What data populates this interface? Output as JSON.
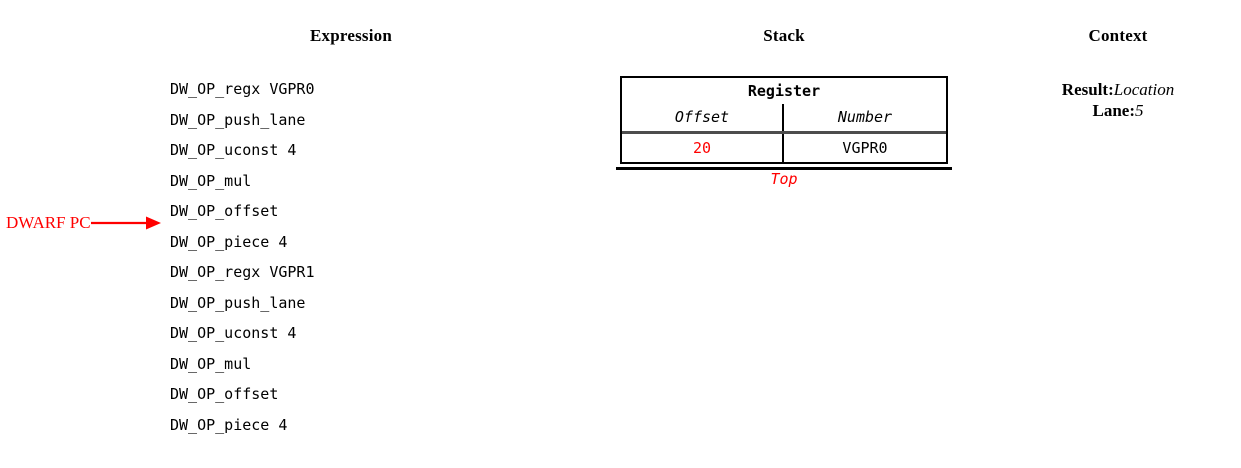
{
  "headings": {
    "expression": "Expression",
    "stack": "Stack",
    "context": "Context"
  },
  "expression": {
    "lines": [
      "DW_OP_regx VGPR0",
      "DW_OP_push_lane",
      "DW_OP_uconst 4",
      "DW_OP_mul",
      "DW_OP_offset",
      "DW_OP_piece 4",
      "DW_OP_regx VGPR1",
      "DW_OP_push_lane",
      "DW_OP_uconst 4",
      "DW_OP_mul",
      "DW_OP_offset",
      "DW_OP_piece 4"
    ]
  },
  "pointer": {
    "label": "DWARF PC",
    "target_line_index": 5,
    "color": "#ff0000"
  },
  "stack": {
    "group_header": "Register",
    "columns": [
      "Offset",
      "Number"
    ],
    "rows": [
      {
        "offset": "20",
        "number": "VGPR0",
        "offset_color": "#ff0000"
      }
    ],
    "base_label": "Top",
    "base_label_color": "#ff0000"
  },
  "context": {
    "entries": [
      {
        "key": "Result:",
        "value": "Location"
      },
      {
        "key": "Lane:",
        "value": "5"
      }
    ]
  },
  "colors": {
    "background": "#ffffff",
    "text": "#000000",
    "highlight": "#ff0000",
    "rule": "#4d4d4d"
  }
}
